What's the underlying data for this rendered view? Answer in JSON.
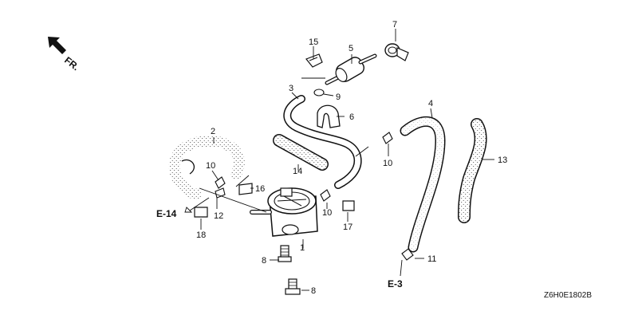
{
  "orientation": {
    "label": "FR.",
    "icon": "arrow-up-left-icon"
  },
  "callouts": {
    "p1": "1",
    "p2": "2",
    "p3": "3",
    "p4": "4",
    "p5": "5",
    "p6": "6",
    "p7": "7",
    "p8a": "8",
    "p8b": "8",
    "p9": "9",
    "p10a": "10",
    "p10b": "10",
    "p10c": "10",
    "p11": "11",
    "p12": "12",
    "p13": "13",
    "p14": "14",
    "p15": "15",
    "p16": "16",
    "p17": "17",
    "p18": "18"
  },
  "references": {
    "e14": "E-14",
    "e3": "E-3"
  },
  "diagram_code": "Z6H0E1802B"
}
